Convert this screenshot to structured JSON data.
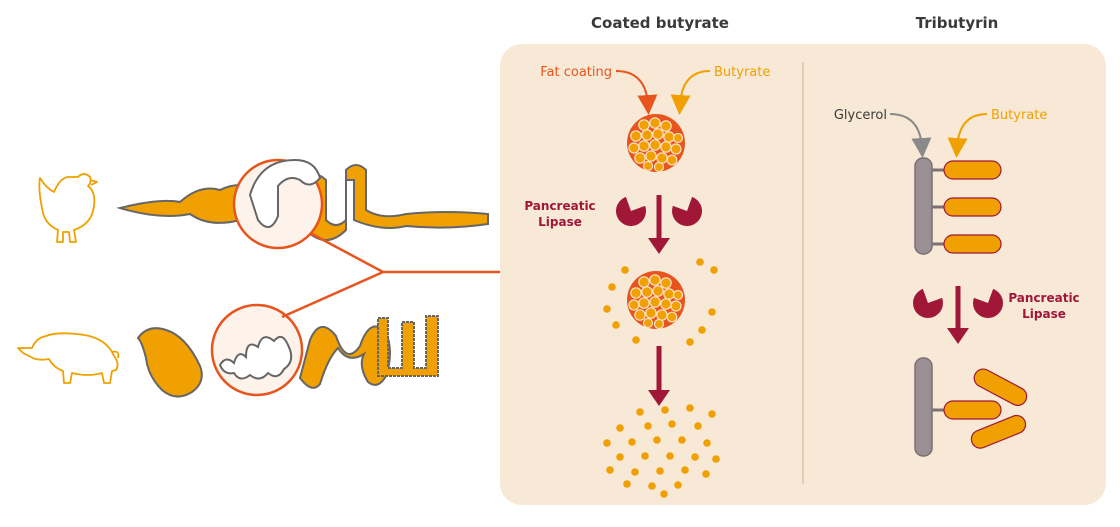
{
  "headers": {
    "coated": "Coated butyrate",
    "tributyrin": "Tributyrin"
  },
  "coated": {
    "fat_coating_label": "Fat coating",
    "butyrate_label": "Butyrate",
    "lipase_line1": "Pancreatic",
    "lipase_line2": "Lipase"
  },
  "tributyrin": {
    "glycerol_label": "Glycerol",
    "butyrate_label": "Butyrate",
    "lipase_line1": "Pancreatic",
    "lipase_line2": "Lipase"
  },
  "colors": {
    "panel_bg": "#f8e8d6",
    "orange": "#f0a000",
    "coating": "#e8541e",
    "lipase": "#a01738",
    "grey": "#9a9094",
    "outline": "#5a5a5a"
  },
  "icons": [
    "chicken-icon",
    "pig-icon",
    "chicken-gut-icon",
    "pig-gut-icon",
    "lipase-enzyme-icon",
    "arrow-down-icon"
  ]
}
